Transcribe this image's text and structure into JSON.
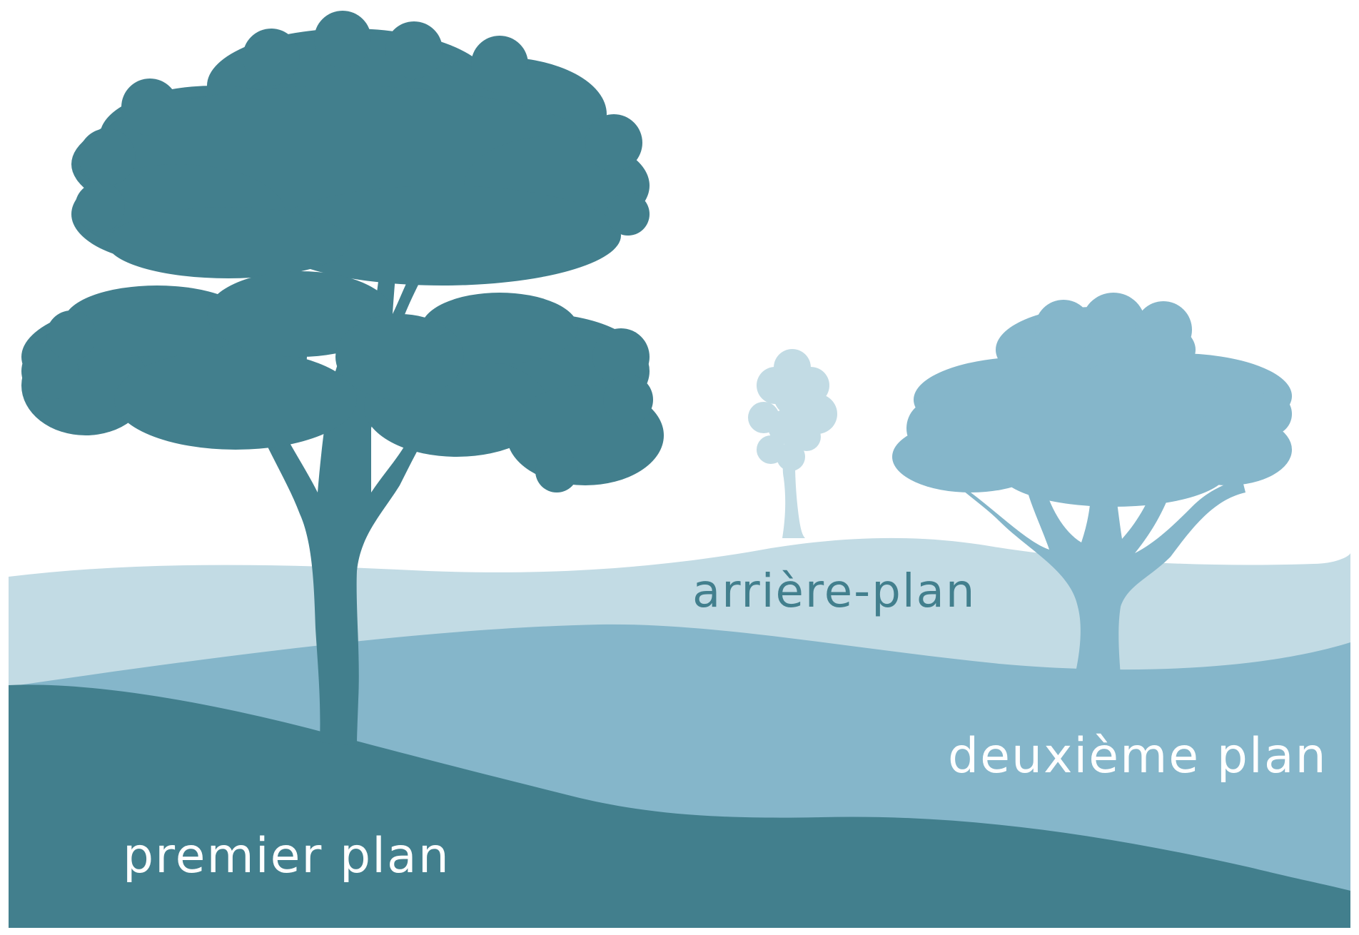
{
  "labels": {
    "background": "arrière-plan",
    "middleground": "deuxième plan",
    "foreground": "premier plan"
  },
  "colors": {
    "foreground": "#427f8d",
    "middleground": "#85b6ca",
    "background": "#c2dbe4",
    "page": "#ffffff"
  }
}
